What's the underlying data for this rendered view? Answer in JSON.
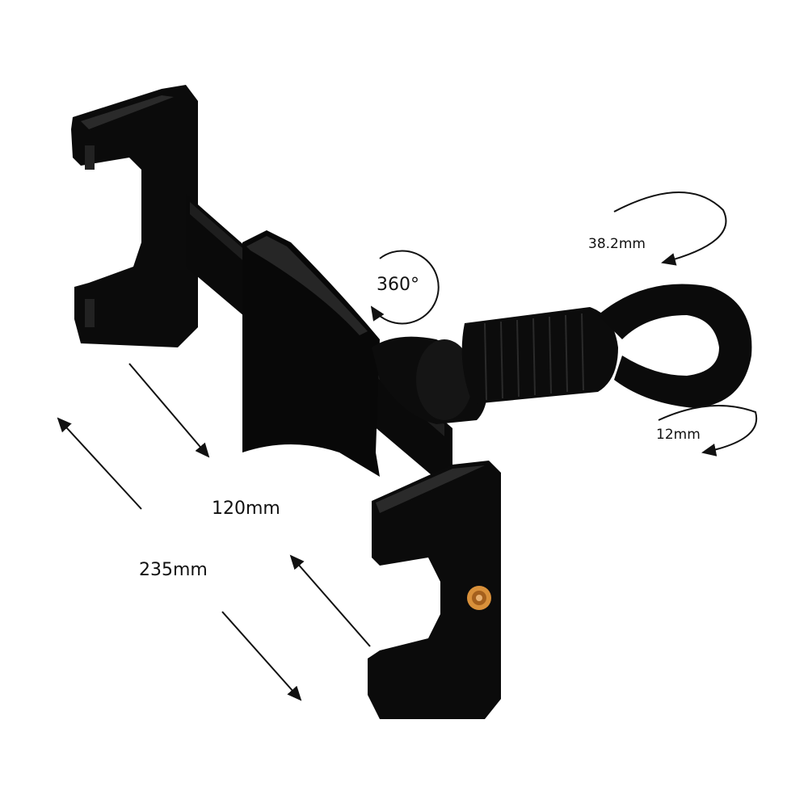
{
  "annotations": {
    "rotation": "360°",
    "clamp_diameter": "38.2mm",
    "clamp_min": "12mm",
    "min_width": "120mm",
    "max_width": "235mm"
  },
  "colors": {
    "product": "#0b0b0b",
    "highlight": "#2a2a2a",
    "screw": "#d9903a",
    "arrow": "#111111"
  }
}
